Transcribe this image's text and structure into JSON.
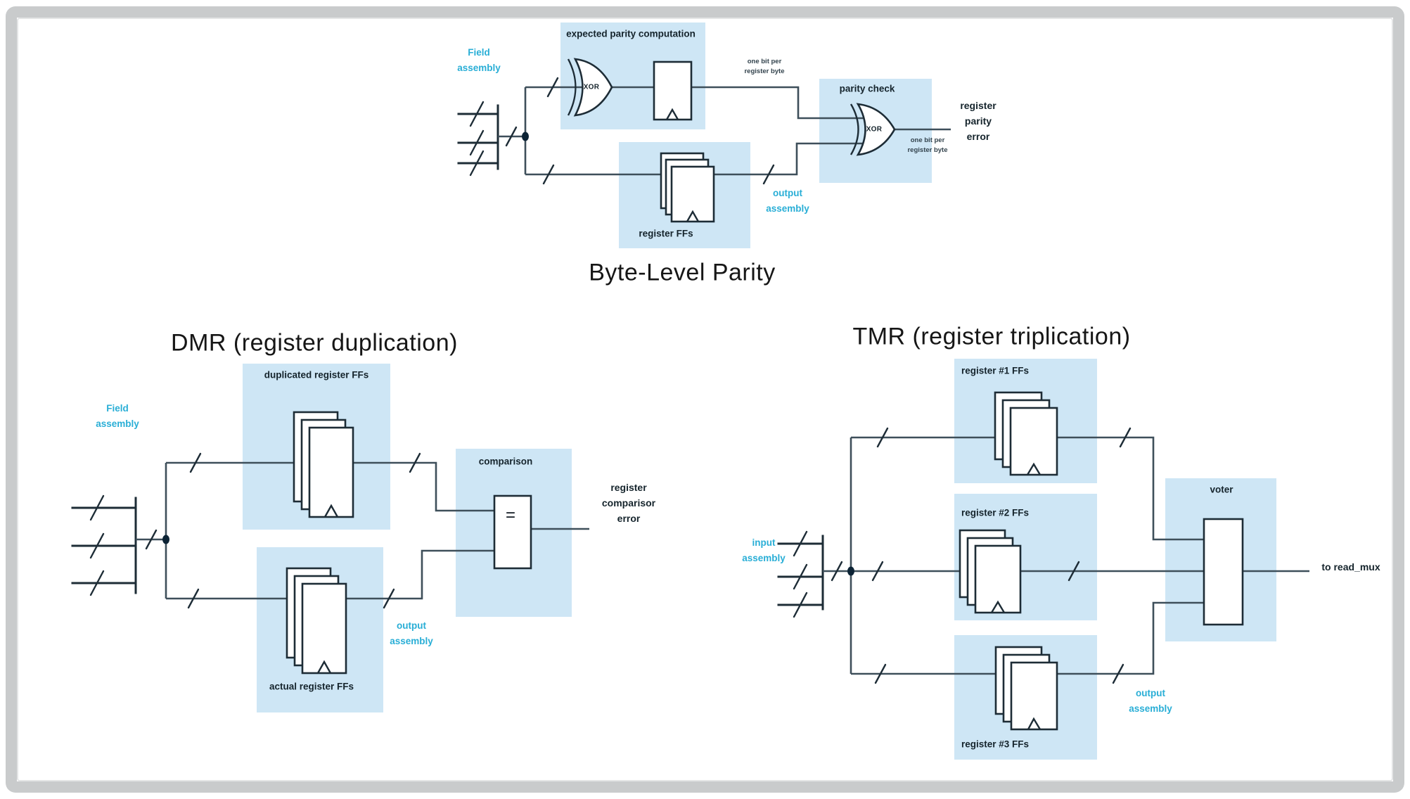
{
  "colors": {
    "box_fill": "#cee6f5",
    "cyan": "#29aed6",
    "wire": "#3e4f5a",
    "shape": "#1d2c36",
    "ink": "#15242c",
    "frame": "#c9cbcc"
  },
  "parity": {
    "title": "Byte-Level Parity",
    "field_assembly": "Field\nassembly",
    "expected_box": "expected parity computation",
    "xor1": "XOR",
    "one_bit_top": "one bit per\nregister byte",
    "register_ffs": "register FFs",
    "output_assembly": "output\nassembly",
    "parity_check_box": "parity check",
    "xor2": "XOR",
    "one_bit_bottom": "one bit per\nregister byte",
    "error": "register\nparity\nerror"
  },
  "dmr": {
    "title": "DMR (register duplication)",
    "field_assembly": "Field\nassembly",
    "duplicated_ffs": "duplicated register FFs",
    "actual_ffs": "actual register FFs",
    "comparison": "comparison",
    "eq": "=",
    "error": "register\ncomparisor\nerror",
    "output_assembly": "output\nassembly"
  },
  "tmr": {
    "title": "TMR (register triplication)",
    "input_assembly": "input\nassembly",
    "reg1": "register #1 FFs",
    "reg2": "register #2 FFs",
    "reg3": "register #3 FFs",
    "voter": "voter",
    "output_assembly": "output\nassembly",
    "to_read_mux": "to read_mux"
  }
}
